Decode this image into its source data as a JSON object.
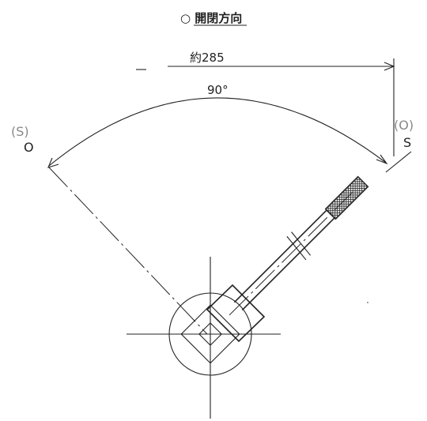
{
  "title": "○ 開閉方向",
  "dimension": {
    "length_label": "約285",
    "angle_label": "90°"
  },
  "positions": {
    "left_primary": "O",
    "left_secondary": "(S)",
    "right_primary": "S",
    "right_secondary": "(O)"
  },
  "colors": {
    "line": "#222222",
    "secondary_label": "#888888",
    "background": "#ffffff"
  }
}
